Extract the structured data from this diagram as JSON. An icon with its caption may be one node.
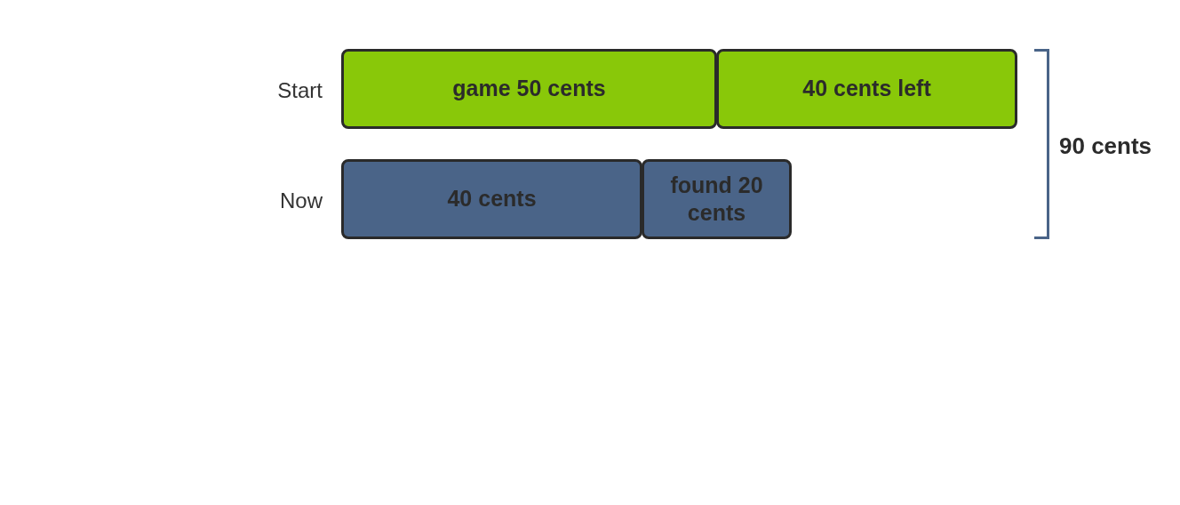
{
  "diagram": {
    "nodes": [
      {
        "text": [
          "game 50 cents"
        ]
      },
      {
        "text": [
          "40 cents left"
        ]
      },
      {
        "text": [
          "40 cents"
        ]
      },
      {
        "text": [
          "found 20 cents"
        ]
      }
    ],
    "labels": [
      "Start",
      "90 cents",
      "Now"
    ]
  }
}
